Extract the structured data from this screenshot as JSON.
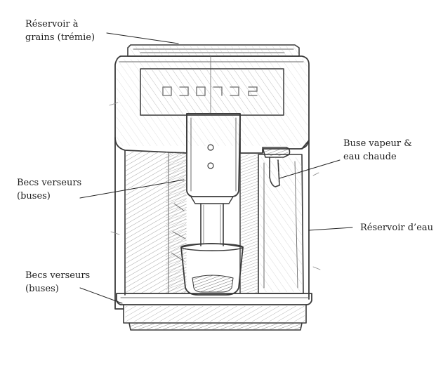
{
  "labels": {
    "hopper": [
      "Réservoir à",
      "grains (trémie)"
    ],
    "steam_wand": [
      "Buse vapeur &",
      "eau chaude"
    ],
    "spouts_upper": [
      "Becs verseurs",
      "(buses)"
    ],
    "water_tank": [
      "Réservoir d’eau"
    ],
    "spouts_lower": [
      "Becs verseurs",
      "(buses)"
    ]
  },
  "colors": {
    "ink": "#3a3a3a",
    "shade": "#8a8a8a",
    "background": "#ffffff"
  }
}
